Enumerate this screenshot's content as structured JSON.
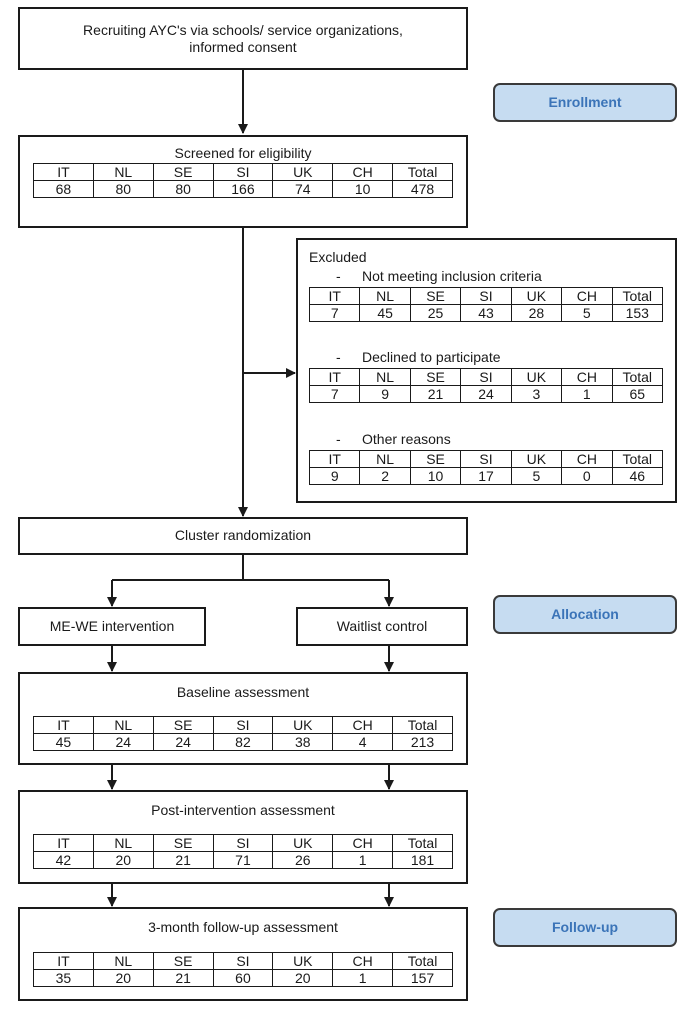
{
  "columns": [
    "IT",
    "NL",
    "SE",
    "SI",
    "UK",
    "CH",
    "Total"
  ],
  "recruiting": {
    "text": "Recruiting AYC's via schools/ service organizations,\ninformed consent"
  },
  "screened": {
    "title": "Screened for eligibility",
    "values": [
      "68",
      "80",
      "80",
      "166",
      "74",
      "10",
      "478"
    ]
  },
  "excluded": {
    "title": "Excluded",
    "dash": "-",
    "groups": [
      {
        "label": "Not meeting inclusion criteria",
        "values": [
          "7",
          "45",
          "25",
          "43",
          "28",
          "5",
          "153"
        ]
      },
      {
        "label": "Declined to participate",
        "values": [
          "7",
          "9",
          "21",
          "24",
          "3",
          "1",
          "65"
        ]
      },
      {
        "label": "Other reasons",
        "values": [
          "9",
          "2",
          "10",
          "17",
          "5",
          "0",
          "46"
        ]
      }
    ]
  },
  "randomization": {
    "text": "Cluster randomization"
  },
  "arms": {
    "intervention": "ME-WE intervention",
    "control": "Waitlist control"
  },
  "baseline": {
    "title": "Baseline assessment",
    "values": [
      "45",
      "24",
      "24",
      "82",
      "38",
      "4",
      "213"
    ]
  },
  "post": {
    "title": "Post-intervention assessment",
    "values": [
      "42",
      "20",
      "21",
      "71",
      "26",
      "1",
      "181"
    ]
  },
  "followup": {
    "title": "3-month follow-up assessment",
    "values": [
      "35",
      "20",
      "21",
      "60",
      "20",
      "1",
      "157"
    ]
  },
  "phases": {
    "enrollment": "Enrollment",
    "allocation": "Allocation",
    "followup": "Follow-up"
  },
  "colors": {
    "phase_fill": "#c6dcf1",
    "phase_text": "#3b74b8",
    "line": "#1a1a1a"
  }
}
